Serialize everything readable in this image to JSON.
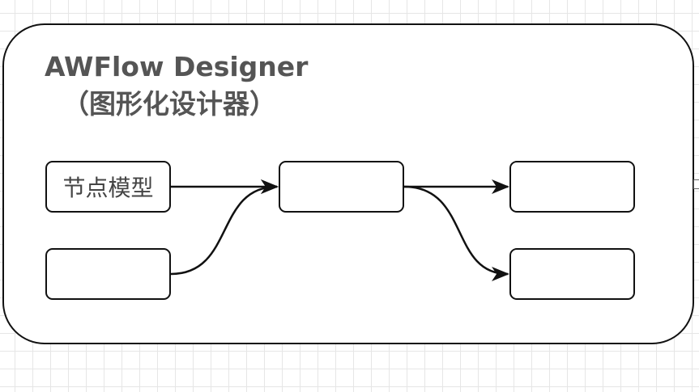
{
  "diagram": {
    "title_line1": "AWFlow Designer",
    "title_line2": "（图形化设计器）",
    "nodes": [
      {
        "id": "node-model",
        "label": "节点模型"
      },
      {
        "id": "node-left-bottom",
        "label": ""
      },
      {
        "id": "node-center",
        "label": ""
      },
      {
        "id": "node-right-top",
        "label": ""
      },
      {
        "id": "node-right-bottom",
        "label": ""
      }
    ],
    "edges": [
      {
        "from": "node-model",
        "to": "node-center"
      },
      {
        "from": "node-left-bottom",
        "to": "node-center"
      },
      {
        "from": "node-center",
        "to": "node-right-top"
      },
      {
        "from": "node-center",
        "to": "node-right-bottom"
      }
    ]
  },
  "colors": {
    "stroke": "#111111",
    "title": "#555555",
    "grid": "#e6e6e6"
  }
}
